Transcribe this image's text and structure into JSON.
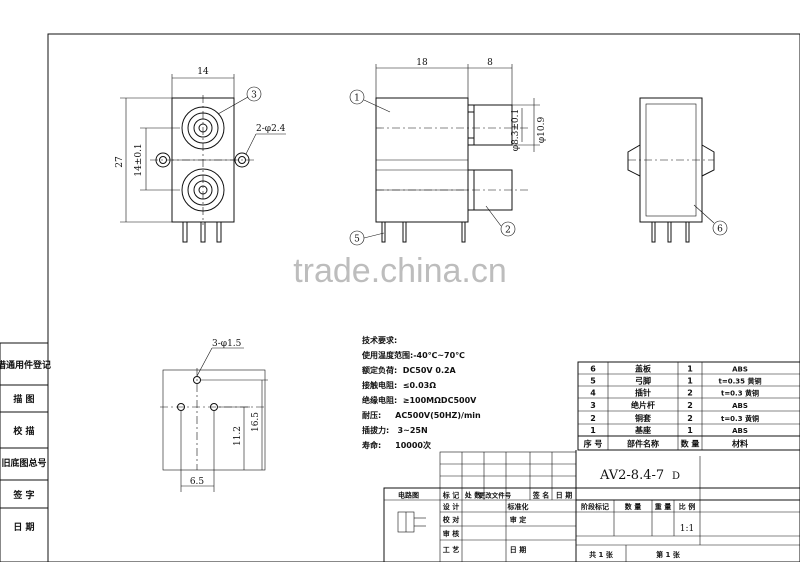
{
  "watermark": "trade.china.cn",
  "views": {
    "front": {
      "dim_width": "14",
      "dim_height": "27",
      "dim_pitch": "14±0.1",
      "dim_hole": "2-φ2.4",
      "balloon_jack": "3"
    },
    "side": {
      "dim_body": "18",
      "dim_plug": "8",
      "dim_d1": "φ8.3±0.1",
      "dim_d2": "φ10.9",
      "balloon_1": "1",
      "balloon_2": "2",
      "balloon_5": "5"
    },
    "right": {
      "balloon_6": "6"
    },
    "pcb": {
      "dim_holes": "3-φ1.5",
      "dim_h1": "16.5",
      "dim_h2": "11.2",
      "dim_w": "6.5"
    }
  },
  "tech": {
    "title": "技术要求:",
    "items": [
      "使用温度范围:-40℃~70℃",
      "额定负荷:  DC50V 0.2A",
      "接触电阻:  ≤0.03Ω",
      "绝缘电阻:  ≥100MΩDC500V",
      "耐压:     AC500V(50HZ)/min",
      "插拔力:   3~25N",
      "寿命:     10000次"
    ]
  },
  "left_strip": [
    "借通用件登记",
    "描  图",
    "校  描",
    "旧底图总号",
    "签  字",
    "日  期"
  ],
  "parts_header": [
    "序 号",
    "部件名称",
    "数 量",
    "材料"
  ],
  "parts": [
    {
      "no": "6",
      "name": "盖板",
      "qty": "1",
      "mat": "ABS"
    },
    {
      "no": "5",
      "name": "弓脚",
      "qty": "1",
      "mat": "t=0.35 黄铜"
    },
    {
      "no": "4",
      "name": "插针",
      "qty": "2",
      "mat": "t=0.3 黄铜"
    },
    {
      "no": "3",
      "name": "绝片杆",
      "qty": "2",
      "mat": "ABS"
    },
    {
      "no": "2",
      "name": "铜套",
      "qty": "2",
      "mat": "t=0.3 黄铜"
    },
    {
      "no": "1",
      "name": "基座",
      "qty": "1",
      "mat": "ABS"
    }
  ],
  "title_block": {
    "part_no": "AV2-8.4-7",
    "suffix": "D",
    "rev_headers": [
      "标 记",
      "处 数",
      "更改文件号",
      "签 名",
      "日 期"
    ],
    "rows": [
      {
        "label": "设 计",
        "b": "标准化"
      },
      {
        "label": "校 对",
        "b": "审 定"
      },
      {
        "label": "审 核",
        "b": ""
      },
      {
        "label": "工 艺",
        "b": "日 期"
      }
    ],
    "drawn_by": "电路图",
    "stage_mark": "阶段标记",
    "qty_label": "数 量",
    "weight_label": "重 量",
    "scale_label": "比 例",
    "scale": "1:1",
    "total_sheets": "共 1 张",
    "sheet_no": "第 1 张"
  }
}
